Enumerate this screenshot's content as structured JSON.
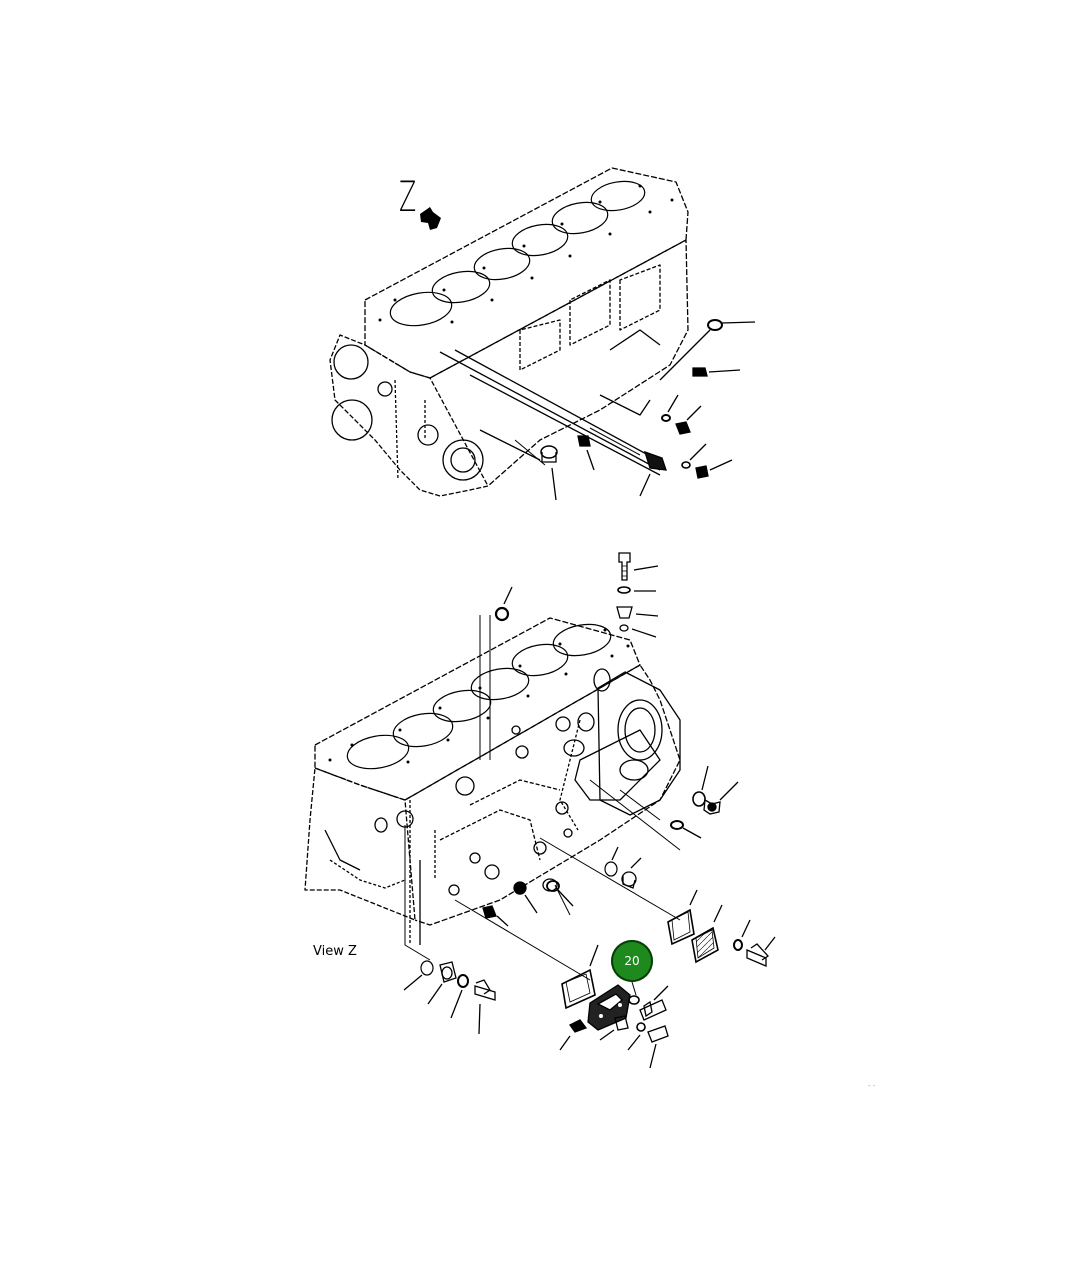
{
  "diagram": {
    "view_direction_letter": "Z",
    "view_label": "View Z",
    "highlight_callout": {
      "label": "20",
      "color": "#1e8a1e"
    },
    "corner_mark": "- -"
  }
}
